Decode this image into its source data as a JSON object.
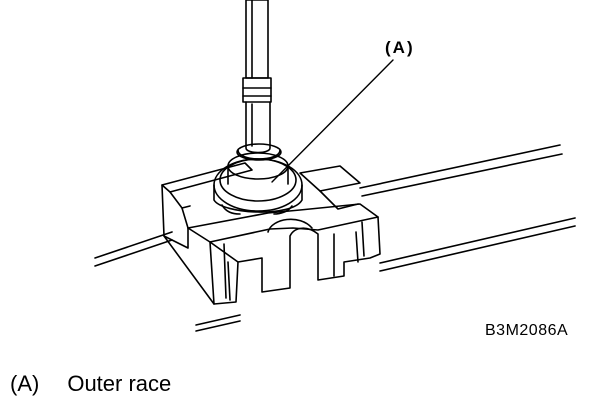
{
  "callout": {
    "label": "(A)"
  },
  "figure_code": "B3M2086A",
  "legend": {
    "key": "(A)",
    "text": "Outer race"
  }
}
